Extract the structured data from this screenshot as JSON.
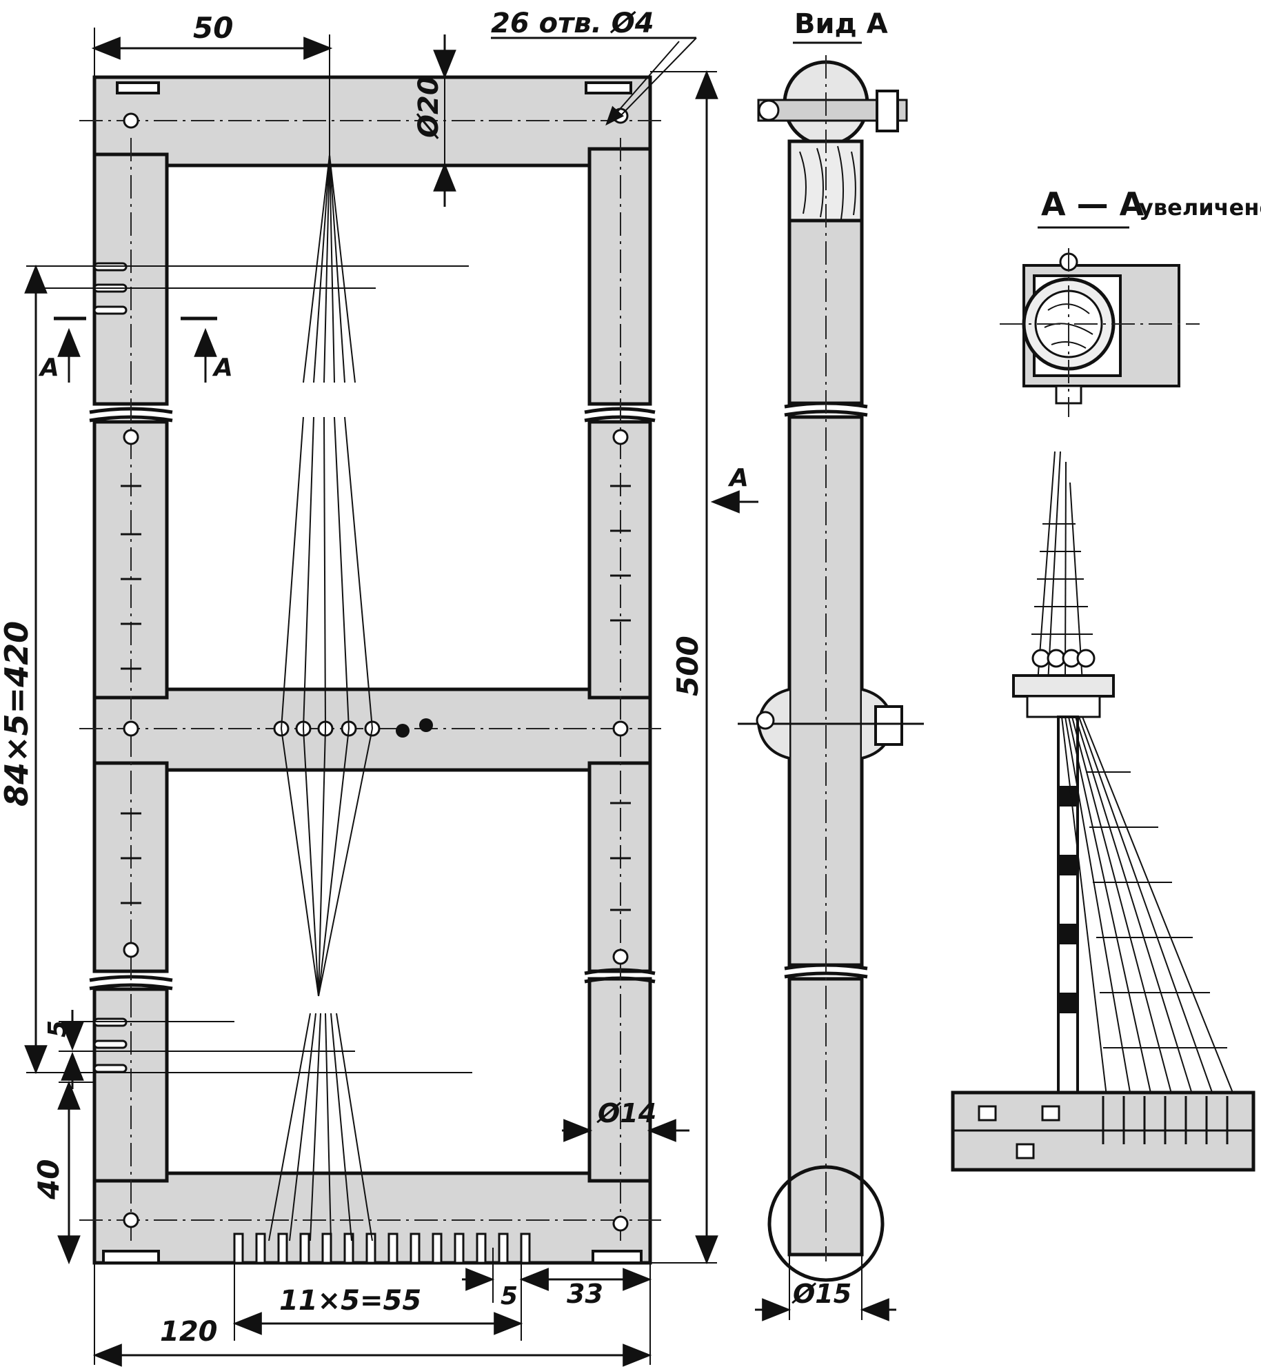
{
  "labels": {
    "dim_top_50": "50",
    "holes_note": "26 отв. Ø4",
    "dim_diam_20": "Ø20",
    "view_a_title": "Вид А",
    "section_title": "A — A",
    "section_note": "увеличено",
    "section_marker_left": "A",
    "section_marker_right": "A",
    "view_arrow_label": "A",
    "dim_500": "500",
    "dim_420": "84×5=420",
    "dim_5_left": "5",
    "dim_40": "40",
    "dim_diam_14": "Ø14",
    "dim_diam_15": "Ø15",
    "dim_55": "11×5=55",
    "dim_5_bottom": "5",
    "dim_33": "33",
    "dim_120": "120"
  },
  "colors": {
    "ink": "#111111",
    "wood_fill": "#d6d6d6",
    "paper": "#ffffff"
  }
}
